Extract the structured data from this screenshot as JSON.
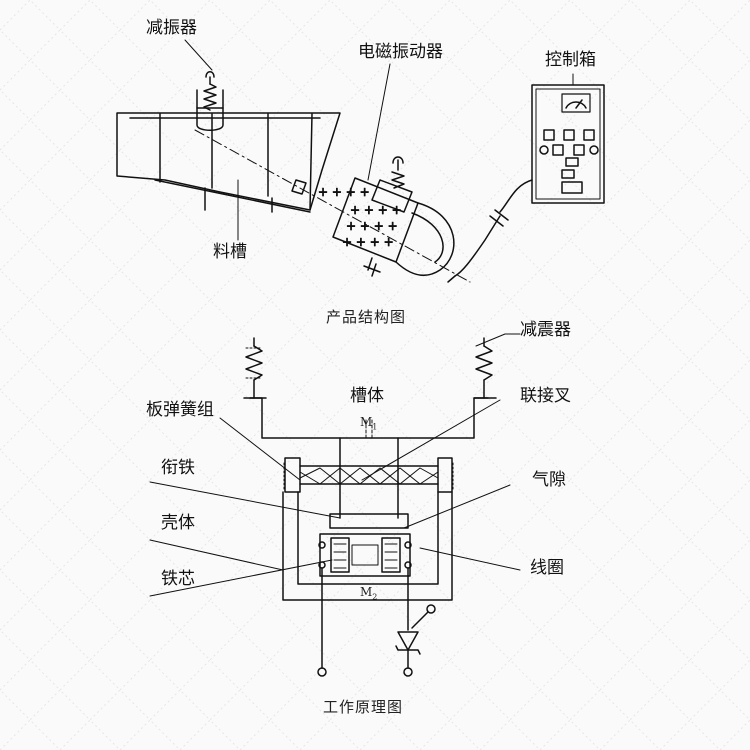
{
  "top_diagram": {
    "caption": "产品结构图",
    "labels": {
      "damper": "减振器",
      "vibrator": "电磁振动器",
      "control_box": "控制箱",
      "trough": "料槽"
    }
  },
  "bottom_diagram": {
    "caption": "工作原理图",
    "labels": {
      "shock_absorber": "减震器",
      "trough_body": "槽体",
      "fork": "联接叉",
      "leaf_springs": "板弹簧组",
      "armature": "衔铁",
      "air_gap": "气隙",
      "housing": "壳体",
      "coil": "线圈",
      "iron_core": "铁芯",
      "mass1": "M",
      "mass1_sub": "1",
      "mass2": "M",
      "mass2_sub": "2"
    }
  }
}
